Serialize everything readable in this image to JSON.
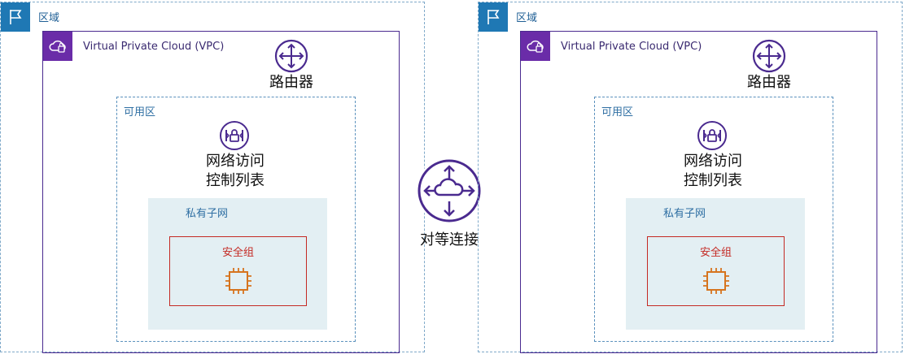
{
  "region": {
    "label": "区域"
  },
  "vpc": {
    "label": "Virtual Private Cloud (VPC)"
  },
  "router": {
    "label": "路由器"
  },
  "availability_zone": {
    "label": "可用区"
  },
  "network_acl": {
    "label_line1": "网络访问",
    "label_line2": "控制列表"
  },
  "private_subnet": {
    "label": "私有子网"
  },
  "security_group": {
    "label": "安全组"
  },
  "peering": {
    "label": "对等连接"
  },
  "icons": {
    "region": "flag-icon",
    "vpc": "vpc-cloud-lock-icon",
    "router": "router-icon",
    "nacl": "network-acl-icon",
    "instance": "ec2-instance-chip-icon",
    "peering": "peering-connection-icon"
  },
  "colors": {
    "region_flag": "#1f78b4",
    "vpc_border": "#4a2a8f",
    "router_icon": "#4a2a8f",
    "az_border": "#5b91bd",
    "subnet_fill": "#e3eff3",
    "security_group": "#c42a24",
    "instance_icon": "#d6741e"
  }
}
